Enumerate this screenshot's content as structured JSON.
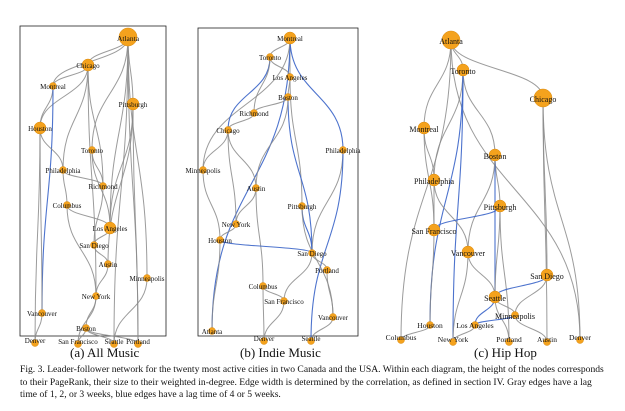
{
  "panels": [
    {
      "id": "a",
      "caption": "(a) All Music",
      "nodes": [
        {
          "name": "Atlanta",
          "size": "big"
        },
        {
          "name": "Chicago",
          "size": "mid"
        },
        {
          "name": "Montreal",
          "size": "small"
        },
        {
          "name": "Pittsburgh",
          "size": "mid"
        },
        {
          "name": "Houston",
          "size": "mid"
        },
        {
          "name": "Toronto",
          "size": "small"
        },
        {
          "name": "Philadelphia",
          "size": "small"
        },
        {
          "name": "Richmond",
          "size": "small"
        },
        {
          "name": "Columbus",
          "size": "small"
        },
        {
          "name": "Los Angeles",
          "size": "mid"
        },
        {
          "name": "San Diego",
          "size": "small"
        },
        {
          "name": "Austin",
          "size": "small"
        },
        {
          "name": "Minneapolis",
          "size": "small"
        },
        {
          "name": "New York",
          "size": "small"
        },
        {
          "name": "Vancouver",
          "size": "small"
        },
        {
          "name": "Boston",
          "size": "small"
        },
        {
          "name": "Denver",
          "size": "small"
        },
        {
          "name": "San Francisco",
          "size": "small"
        },
        {
          "name": "Seattle",
          "size": "small"
        },
        {
          "name": "Portland",
          "size": "small"
        }
      ]
    },
    {
      "id": "b",
      "caption": "(b) Indie Music",
      "nodes": [
        {
          "name": "Montreal",
          "size": "mid"
        },
        {
          "name": "Toronto",
          "size": "small"
        },
        {
          "name": "Los Angeles",
          "size": "small"
        },
        {
          "name": "Boston",
          "size": "small"
        },
        {
          "name": "Richmond",
          "size": "small"
        },
        {
          "name": "Chicago",
          "size": "small"
        },
        {
          "name": "Philadelphia",
          "size": "small"
        },
        {
          "name": "Minneapolis",
          "size": "small"
        },
        {
          "name": "Austin",
          "size": "small"
        },
        {
          "name": "Pittsburgh",
          "size": "small"
        },
        {
          "name": "New York",
          "size": "small"
        },
        {
          "name": "Houston",
          "size": "small"
        },
        {
          "name": "San Diego",
          "size": "small"
        },
        {
          "name": "Portland",
          "size": "small"
        },
        {
          "name": "Columbus",
          "size": "small"
        },
        {
          "name": "San Francisco",
          "size": "small"
        },
        {
          "name": "Vancouver",
          "size": "small"
        },
        {
          "name": "Atlanta",
          "size": "small"
        },
        {
          "name": "Denver",
          "size": "small"
        },
        {
          "name": "Seattle",
          "size": "small"
        }
      ]
    },
    {
      "id": "c",
      "caption": "(c) Hip Hop",
      "nodes": [
        {
          "name": "Atlanta",
          "size": "big"
        },
        {
          "name": "Toronto",
          "size": "mid"
        },
        {
          "name": "Chicago",
          "size": "big"
        },
        {
          "name": "Montreal",
          "size": "mid"
        },
        {
          "name": "Boston",
          "size": "mid"
        },
        {
          "name": "Philadelphia",
          "size": "mid"
        },
        {
          "name": "Pittsburgh",
          "size": "mid"
        },
        {
          "name": "San Francisco",
          "size": "mid"
        },
        {
          "name": "Vancouver",
          "size": "mid"
        },
        {
          "name": "San Diego",
          "size": "mid"
        },
        {
          "name": "Seattle",
          "size": "mid"
        },
        {
          "name": "Minneapolis",
          "size": "small"
        },
        {
          "name": "Houston",
          "size": "small"
        },
        {
          "name": "Los Angeles",
          "size": "small"
        },
        {
          "name": "Columbus",
          "size": "small"
        },
        {
          "name": "New York",
          "size": "small"
        },
        {
          "name": "Portland",
          "size": "small"
        },
        {
          "name": "Austin",
          "size": "small"
        },
        {
          "name": "Denver",
          "size": "small"
        }
      ]
    }
  ],
  "caption": "Fig. 3.   Leader-follower network for the twenty most active cities in two Canada and the USA. Within each diagram, the height of the nodes corresponds to their PageRank, their size to their weighted in-degree. Edge width is determined by the correlation, as defined in section IV. Gray edges have a lag time of 1, 2, or 3 weeks, blue edges have a lag time of 4 or 5 weeks.",
  "colors": {
    "node": "#f4a21d",
    "gray_edge": "#8a8a8a",
    "blue_edge": "#3a64c8",
    "frame": "#222222"
  }
}
